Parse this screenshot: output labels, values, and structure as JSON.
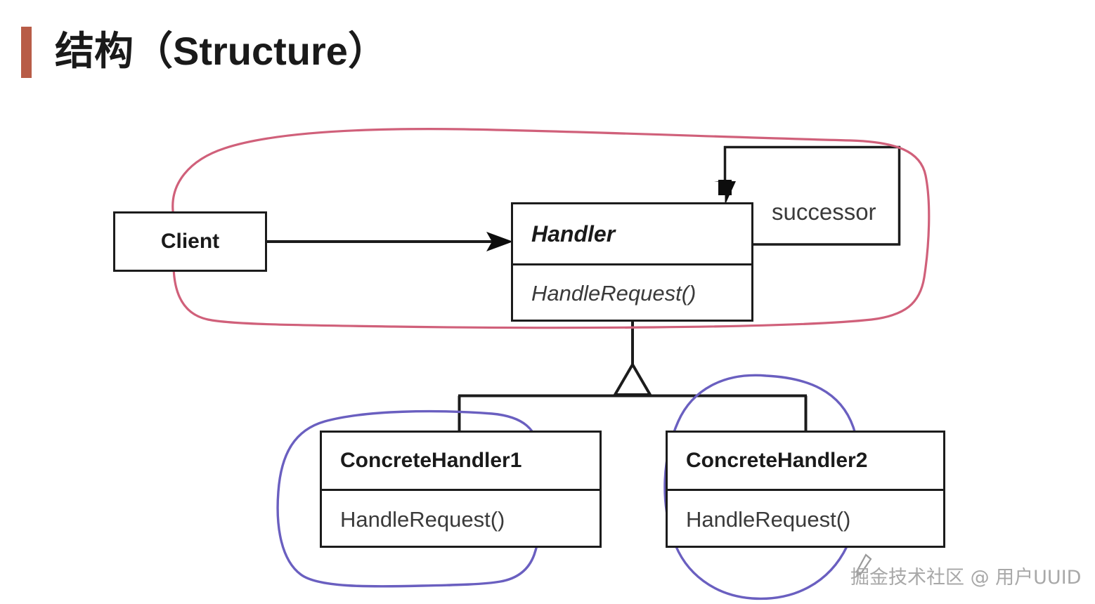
{
  "slide": {
    "title": "结构（Structure）",
    "accent_color": "#b85c47"
  },
  "diagram": {
    "type": "uml-class-diagram",
    "pattern": "Chain of Responsibility",
    "classes": [
      {
        "id": "client",
        "name": "Client",
        "abstract": false,
        "operations": []
      },
      {
        "id": "handler",
        "name": "Handler",
        "abstract": true,
        "operations": [
          "HandleRequest()"
        ]
      },
      {
        "id": "concrete1",
        "name": "ConcreteHandler1",
        "abstract": false,
        "operations": [
          "HandleRequest()"
        ]
      },
      {
        "id": "concrete2",
        "name": "ConcreteHandler2",
        "abstract": false,
        "operations": [
          "HandleRequest()"
        ]
      }
    ],
    "association_label": "successor",
    "relations": [
      {
        "from": "Client",
        "to": "Handler",
        "kind": "association-arrow"
      },
      {
        "from": "Handler",
        "to": "Handler",
        "kind": "self-association",
        "label": "successor"
      },
      {
        "from": "ConcreteHandler1",
        "to": "Handler",
        "kind": "generalization"
      },
      {
        "from": "ConcreteHandler2",
        "to": "Handler",
        "kind": "generalization"
      }
    ]
  },
  "annotations": {
    "ink_red_color": "#d0607a",
    "ink_blue_color": "#6a5fc0",
    "red_loop_target": "Client + Handler",
    "blue_loop_1_target": "ConcreteHandler1",
    "blue_loop_2_target": "ConcreteHandler2"
  },
  "watermark": {
    "text": "掘金技术社区 @ 用户UUID",
    "color": "#a8a8a8"
  }
}
